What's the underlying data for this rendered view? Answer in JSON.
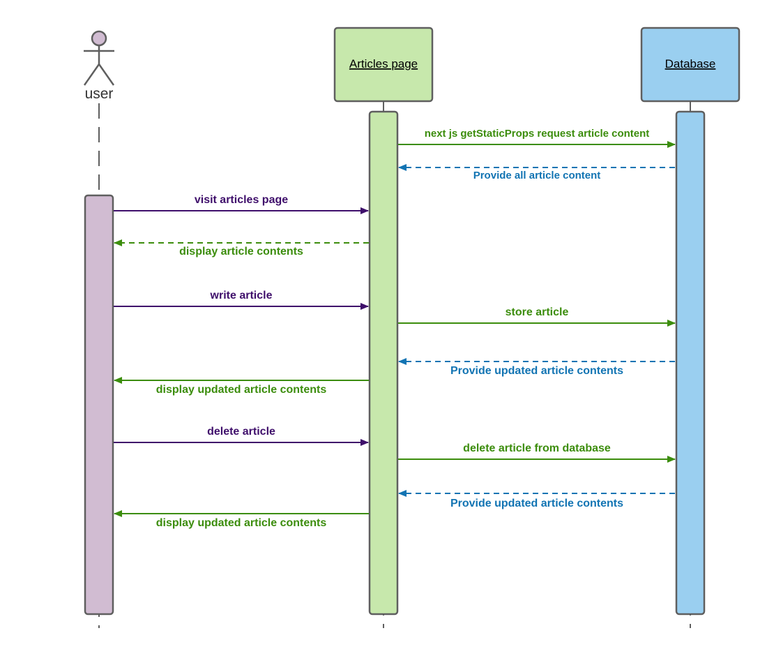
{
  "colors": {
    "user": "#d1bcd2",
    "articles": "#c7e8ac",
    "database": "#9acff0",
    "stroke": "#5f5f5f",
    "purple": "#3f0f6b",
    "green": "#3c8d0d",
    "blue": "#1274b3"
  },
  "participants": {
    "user": {
      "label": "user",
      "icon": "stick-figure-icon"
    },
    "articles": {
      "label": "Articles page"
    },
    "database": {
      "label": "Database"
    }
  },
  "messages": [
    {
      "id": "m1",
      "label": "next js getStaticProps request article content",
      "from": "articles",
      "to": "database",
      "style": "solid",
      "color": "green"
    },
    {
      "id": "m2",
      "label": "Provide all article content",
      "from": "database",
      "to": "articles",
      "style": "dashed",
      "color": "blue"
    },
    {
      "id": "m3",
      "label": "visit articles page",
      "from": "user",
      "to": "articles",
      "style": "solid",
      "color": "purple"
    },
    {
      "id": "m4",
      "label": "display article contents",
      "from": "articles",
      "to": "user",
      "style": "dashed",
      "color": "green"
    },
    {
      "id": "m5",
      "label": "write article",
      "from": "user",
      "to": "articles",
      "style": "solid",
      "color": "purple"
    },
    {
      "id": "m6",
      "label": "store article",
      "from": "articles",
      "to": "database",
      "style": "solid",
      "color": "green"
    },
    {
      "id": "m7",
      "label": "Provide updated article contents",
      "from": "database",
      "to": "articles",
      "style": "dashed",
      "color": "blue"
    },
    {
      "id": "m8",
      "label": "display updated article contents",
      "from": "articles",
      "to": "user",
      "style": "solid",
      "color": "green"
    },
    {
      "id": "m9",
      "label": "delete article",
      "from": "user",
      "to": "articles",
      "style": "solid",
      "color": "purple"
    },
    {
      "id": "m10",
      "label": "delete article from database",
      "from": "articles",
      "to": "database",
      "style": "solid",
      "color": "green"
    },
    {
      "id": "m11",
      "label": "Provide updated article contents",
      "from": "database",
      "to": "articles",
      "style": "dashed",
      "color": "blue"
    },
    {
      "id": "m12",
      "label": "display updated article contents",
      "from": "articles",
      "to": "user",
      "style": "solid",
      "color": "green"
    }
  ]
}
